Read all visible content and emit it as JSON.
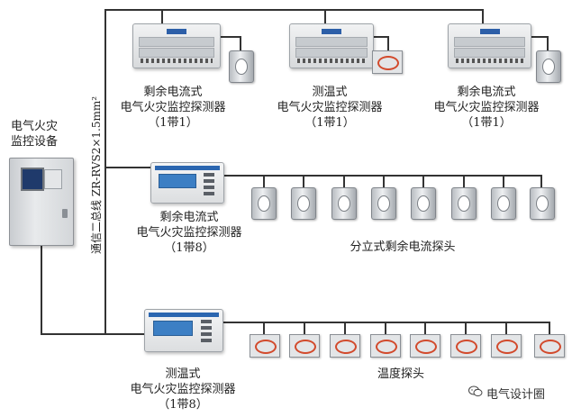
{
  "control_equipment": {
    "label_line1": "电气火灾",
    "label_line2": "监控设备"
  },
  "bus_cable": {
    "label": "通信二总线 ZR-RVS2×1.5mm²"
  },
  "top_detectors": [
    {
      "line1": "剩余电流式",
      "line2": "电气火灾监控探测器",
      "line3": "（1带1）",
      "probe": "current-transformer"
    },
    {
      "line1": "测温式",
      "line2": "电气火灾监控探测器",
      "line3": "（1带1）",
      "probe": "temperature-probe"
    },
    {
      "line1": "剩余电流式",
      "line2": "电气火灾监控探测器",
      "line3": "（1带1）",
      "probe": "current-transformer"
    }
  ],
  "middle_detector": {
    "line1": "剩余电流式",
    "line2": "电气火灾监控探测器",
    "line3": "（1带8）",
    "probes_label": "分立式剩余电流探头"
  },
  "bottom_detector": {
    "line1": "测温式",
    "line2": "电气火灾监控探测器",
    "line3": "（1带8）",
    "probes_label": "温度探头"
  },
  "watermark": {
    "text": "电气设计圈",
    "icon": "wechat-icon"
  },
  "colors": {
    "line": "#333333",
    "lcd": "#3c7fc4",
    "probe_wire": "#d24a2c",
    "panel_screen": "#1f3a6b"
  }
}
